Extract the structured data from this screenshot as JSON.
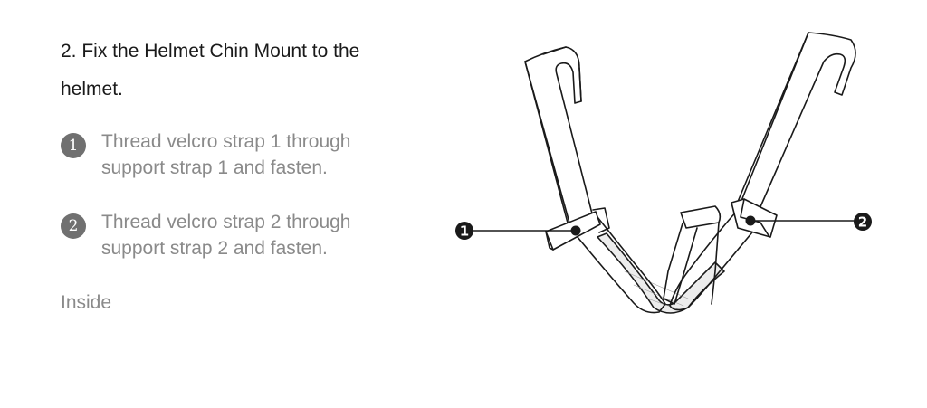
{
  "heading": {
    "line1": "2. Fix the Helmet Chin Mount to the",
    "line2": "helmet."
  },
  "steps": [
    {
      "number": "1",
      "line1": "Thread velcro strap 1 through",
      "line2": "support strap 1 and fasten."
    },
    {
      "number": "2",
      "line1": "Thread velcro strap 2 through",
      "line2": "support strap 2 and fasten."
    }
  ],
  "section_label": "Inside",
  "illustration": {
    "callouts": [
      "1",
      "2"
    ]
  },
  "colors": {
    "heading_text": "#1a1a1a",
    "body_text": "#8a8a8a",
    "number_badge": "#707070",
    "line_art": "#1a1a1a"
  }
}
